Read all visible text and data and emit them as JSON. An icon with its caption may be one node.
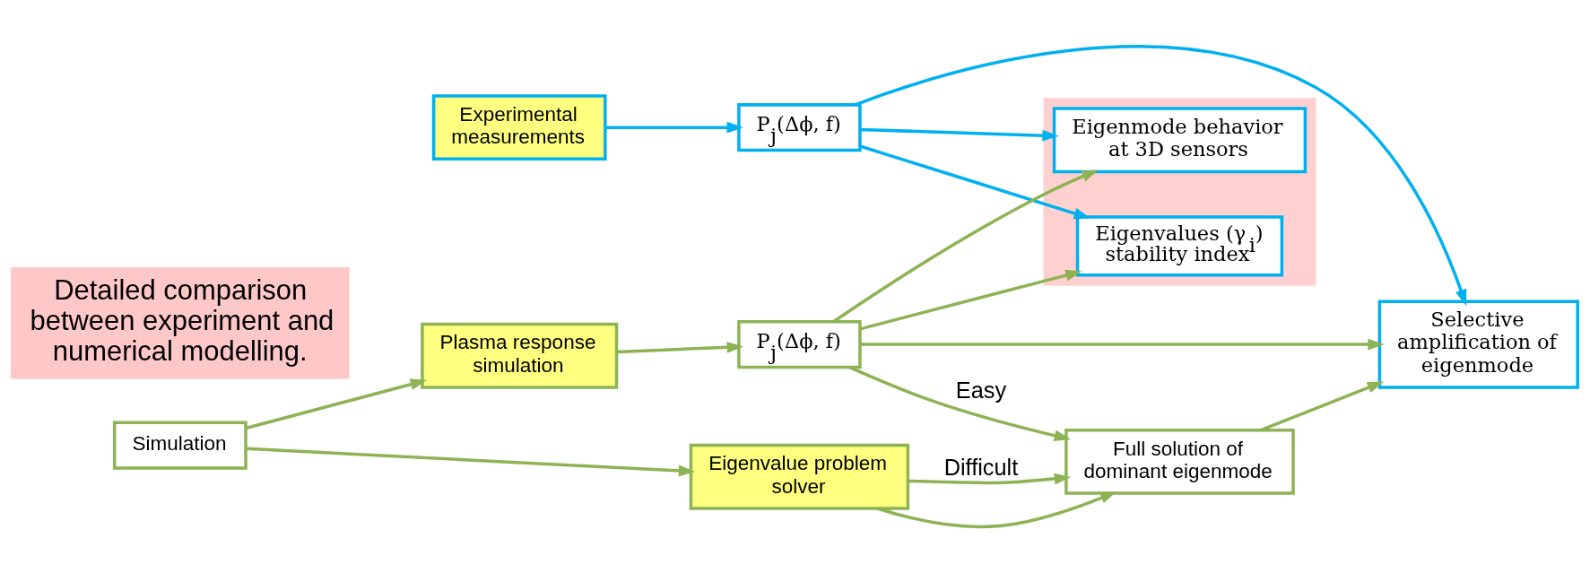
{
  "diagram": {
    "nodes": [
      {
        "text": [
          "Experimental measurements"
        ]
      },
      {
        "text": [
          "P$_{j}$(Δϕ, f)"
        ]
      },
      {
        "text": [],
        "shape": "box"
      },
      {
        "text": [
          "Eigenmode behavior at 3D sensors"
        ],
        "in": 2
      },
      {
        "text": [
          "Eigenvalues (γ$_{i}$) stability index"
        ],
        "in": 2
      },
      {
        "text": [
          "Selective amplification of eigenmode"
        ]
      },
      {
        "text": [
          "P$_{j}$(Δϕ, f)"
        ]
      },
      {
        "text": [
          "Plasma response simulation"
        ]
      },
      {
        "text": [
          "Simulation"
        ]
      },
      {
        "text": [
          "Eigenvalue problem solver"
        ]
      },
      {
        "text": [
          "Full solution of dominant eigenmode"
        ]
      },
      {
        "text": [
          "Detailed comparison between experiment and numerical modelling."
        ]
      }
    ],
    "edges": [
      {
        "from": 0,
        "to": 1,
        "arrow": "to",
        "color": "#00b0f0"
      },
      {
        "from": 1,
        "to": 3,
        "arrow": "to",
        "color": "#00b0f0"
      },
      {
        "from": 1,
        "to": 4,
        "arrow": "to",
        "color": "#00b0f0"
      },
      {
        "from": 1,
        "to": 5,
        "arrow": "to",
        "color": "#00b0f0"
      },
      {
        "from": 6,
        "to": 3,
        "arrow": "to"
      },
      {
        "from": 6,
        "to": 4,
        "arrow": "to"
      },
      {
        "from": 6,
        "to": 5,
        "arrow": "to"
      },
      {
        "from": 7,
        "to": 6,
        "arrow": "to"
      },
      {
        "from": 8,
        "to": 7,
        "arrow": "to"
      },
      {
        "from": 8,
        "to": 9,
        "arrow": "to"
      },
      {
        "from": 6,
        "to": 10,
        "arrow": "to",
        "label": "Easy"
      },
      {
        "from": 9,
        "to": 10,
        "arrow": "to"
      },
      {
        "from": 9,
        "to": 10,
        "arrow": "to",
        "label": "Difficult"
      },
      {
        "from": 10,
        "to": 5,
        "arrow": "to"
      }
    ]
  }
}
